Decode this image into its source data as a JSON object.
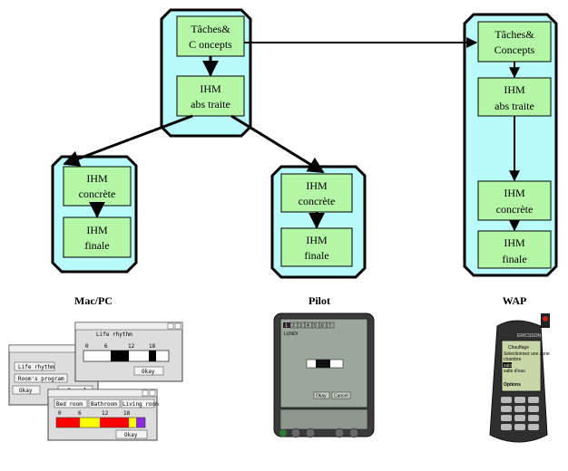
{
  "groups": {
    "macpc": {
      "platform": "Mac/PC",
      "box1": {
        "line1": "IHM",
        "line2": "concrète"
      },
      "box2": {
        "line1": "IHM",
        "line2": "finale"
      }
    },
    "center": {
      "box1": {
        "line1": "Tâches&",
        "line2": "C oncepts"
      },
      "box2": {
        "line1": "IHM",
        "line2": "abs traite"
      }
    },
    "pilot": {
      "platform": "Pilot",
      "box1": {
        "line1": "IHM",
        "line2": "concrète"
      },
      "box2": {
        "line1": "IHM",
        "line2": "finale"
      }
    },
    "wap": {
      "platform": "WAP",
      "box1": {
        "line1": "Tâches&",
        "line2": "Concepts"
      },
      "box2": {
        "line1": "IHM",
        "line2": "abs traite"
      },
      "box3": {
        "line1": "IHM",
        "line2": "concrète"
      },
      "box4": {
        "line1": "IHM",
        "line2": "finale"
      }
    }
  },
  "mac_screens": {
    "win1": {
      "title": "Life rhythm",
      "btn1": "Life rhythm",
      "btn2": "Room's program",
      "okay": "Okay",
      "cancel": "Cancel"
    },
    "win2": {
      "title": "Life rhythm",
      "ticks": [
        "0",
        "6",
        "12",
        "18"
      ],
      "okay": "Okay"
    },
    "win3": {
      "tabs": [
        "Bed room",
        "Bathroom",
        "Living room"
      ],
      "ticks": [
        "0",
        "6",
        "12",
        "18"
      ],
      "okay": "Okay"
    }
  },
  "pilot_screen": {
    "tabs": [
      "1",
      "2",
      "3",
      "4",
      "5",
      "6",
      "7"
    ],
    "day": "LUNDI",
    "okay": "Okay",
    "cancel": "Cancel"
  },
  "phone_screen": {
    "title": "Chauffage",
    "line1": "Selectionnez une zone",
    "line2": "chambre",
    "line3": "salon",
    "line4": "salle d'eau",
    "menu": "Options",
    "brand": "ERICSSON"
  },
  "colors": {
    "outer": "#b9fafa",
    "box": "#b4f7a6",
    "bar_red": "#ff0000",
    "bar_yellow": "#ffff00",
    "bar_purple": "#8a2be2"
  }
}
